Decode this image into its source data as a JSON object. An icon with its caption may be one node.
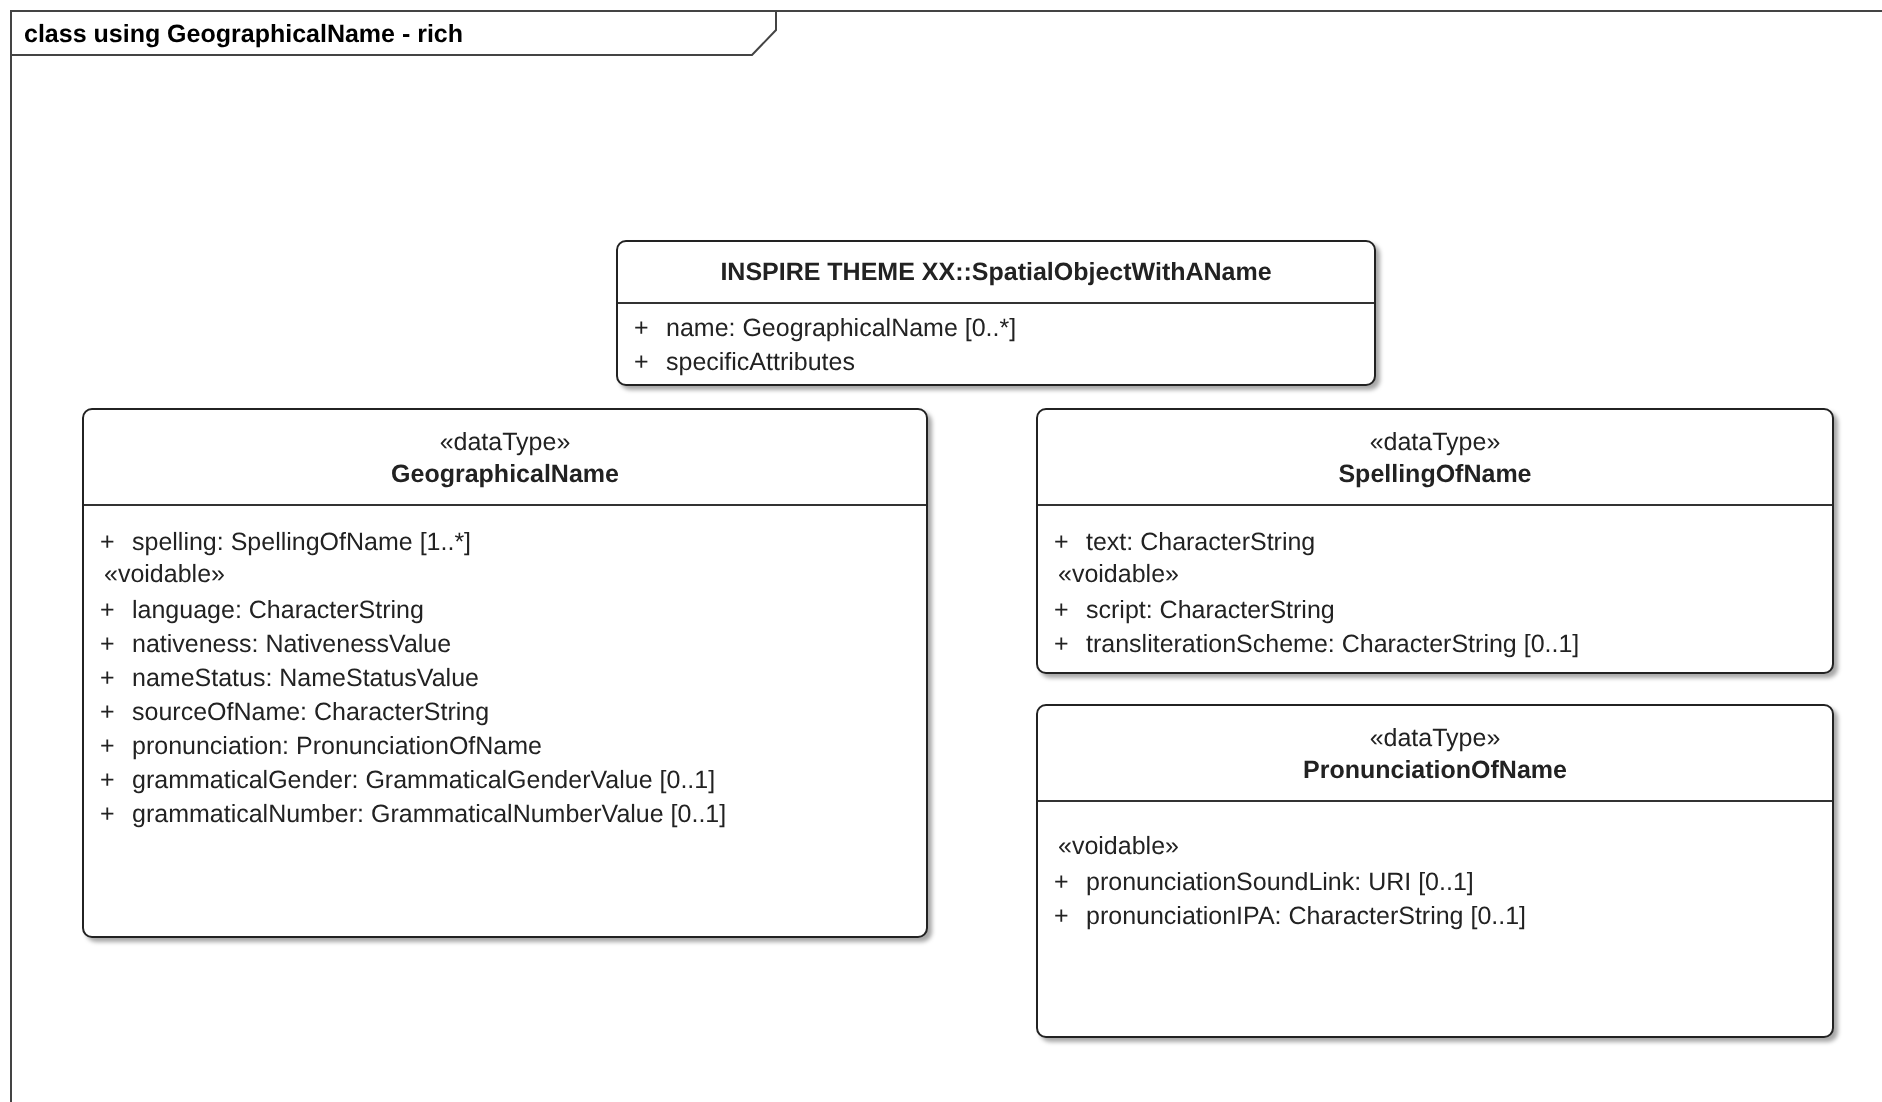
{
  "diagram": {
    "nodes": [
      {
        "text": [
          "class using GeographicalName - rich"
        ]
      },
      {
        "text": [
          "INSPIRE THEME XX::SpatialObjectWithAName",
          "+",
          "name: GeographicalName [0..*]",
          "+",
          "specificAttributes"
        ],
        "in": 0
      },
      {
        "text": [
          "«dataType»",
          "GeographicalName",
          "+",
          "spelling: SpellingOfName [1..*]",
          "«voidable»",
          "+",
          "language: CharacterString",
          "+",
          "nativeness: NativenessValue",
          "+",
          "nameStatus: NameStatusValue",
          "+",
          "sourceOfName: CharacterString",
          "+",
          "pronunciation: PronunciationOfName",
          "+",
          "grammaticalGender: GrammaticalGenderValue [0..1]",
          "+",
          "grammaticalNumber: GrammaticalNumberValue [0..1]"
        ],
        "in": 0
      },
      {
        "text": [
          "«dataType»",
          "SpellingOfName",
          "+",
          "text: CharacterString",
          "«voidable»",
          "+",
          "script: CharacterString",
          "+",
          "transliterationScheme: CharacterString [0..1]"
        ],
        "in": 0
      },
      {
        "text": [
          "«dataType»",
          "PronunciationOfName",
          "«voidable»",
          "+",
          "pronunciationSoundLink: URI [0..1]",
          "+",
          "pronunciationIPA: CharacterString [0..1]"
        ],
        "in": 0
      }
    ]
  }
}
